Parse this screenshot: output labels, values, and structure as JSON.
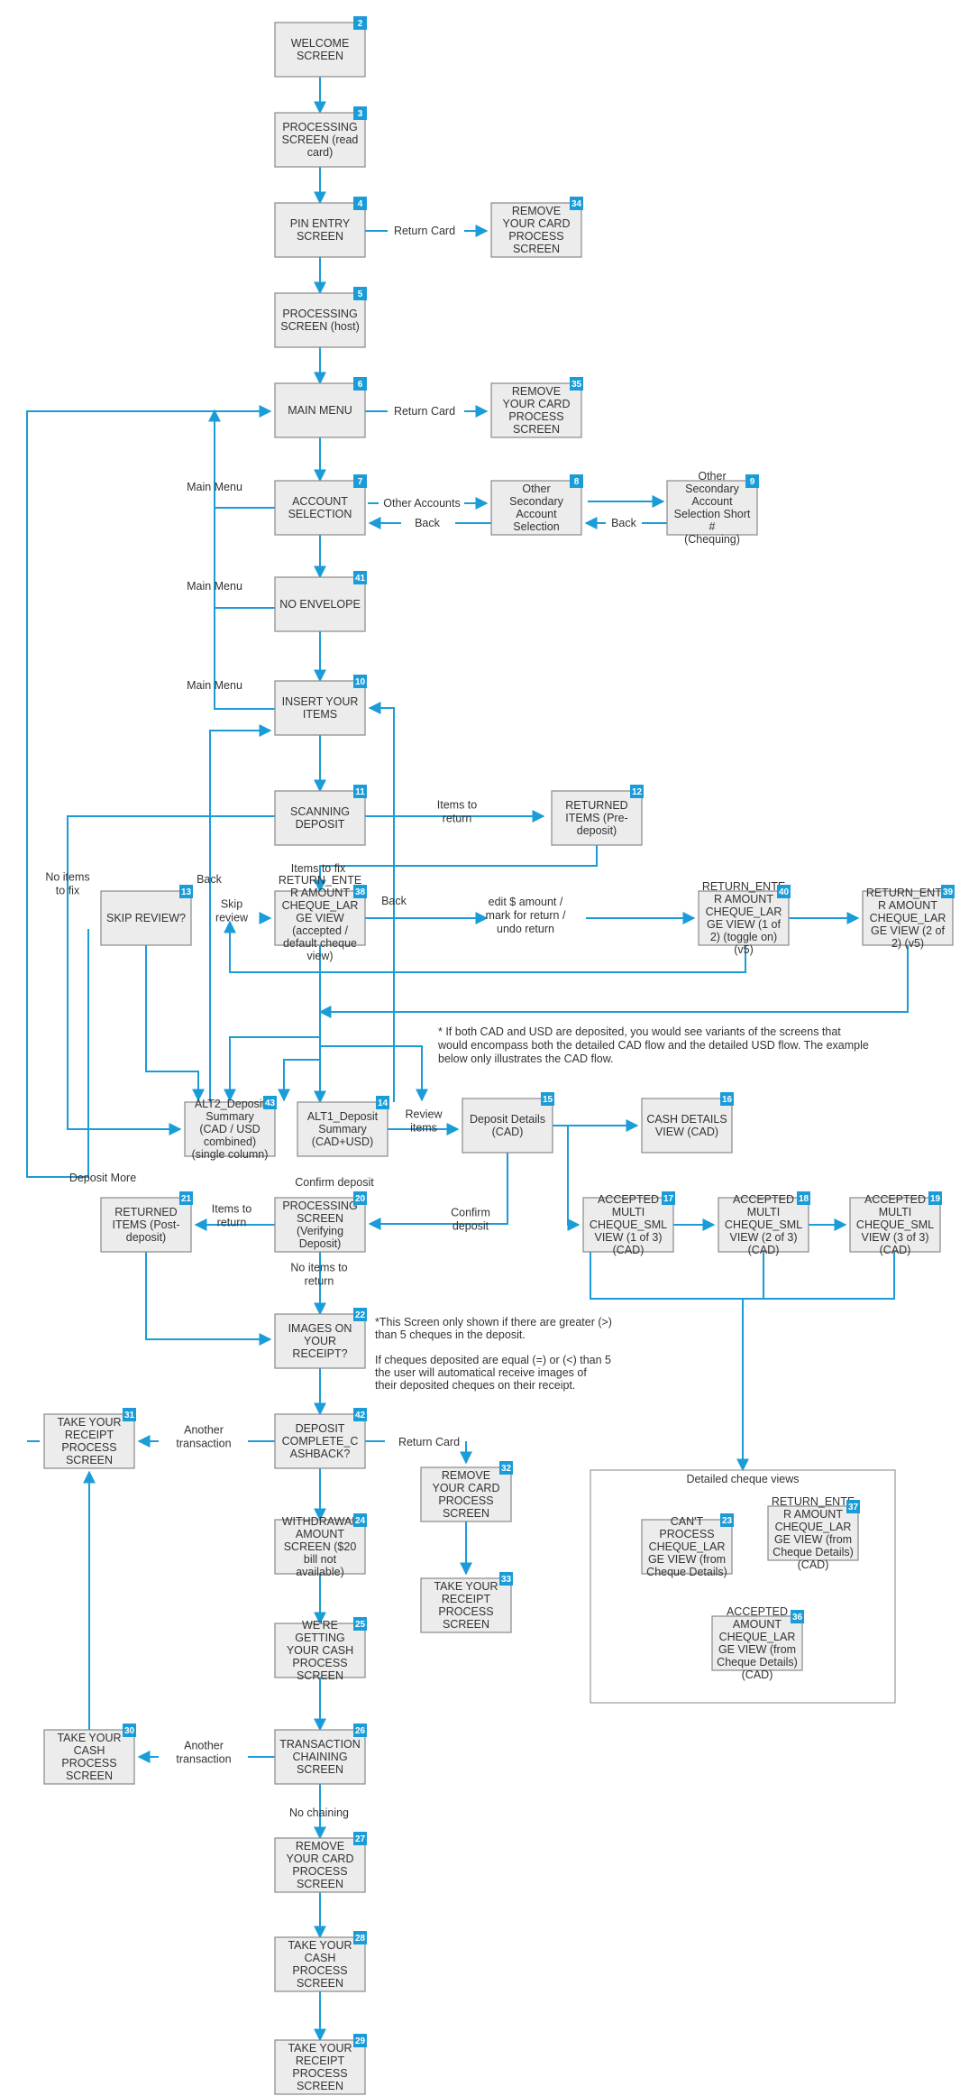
{
  "nodes": [
    {
      "id": "n2",
      "lines": [
        "WELCOME",
        "SCREEN"
      ],
      "badge": "2"
    },
    {
      "id": "n3",
      "lines": [
        "PROCESSING",
        "SCREEN (read",
        "card)"
      ],
      "badge": "3"
    },
    {
      "id": "n4",
      "lines": [
        "PIN ENTRY",
        "SCREEN"
      ],
      "badge": "4"
    },
    {
      "id": "n34",
      "lines": [
        "REMOVE",
        "YOUR CARD",
        "PROCESS",
        "SCREEN"
      ],
      "badge": "34"
    },
    {
      "id": "n5",
      "lines": [
        "PROCESSING",
        "SCREEN (host)"
      ],
      "badge": "5"
    },
    {
      "id": "n6",
      "lines": [
        "MAIN MENU"
      ],
      "badge": "6"
    },
    {
      "id": "n35",
      "lines": [
        "REMOVE",
        "YOUR CARD",
        "PROCESS",
        "SCREEN"
      ],
      "badge": "35"
    },
    {
      "id": "n7",
      "lines": [
        "ACCOUNT",
        "SELECTION"
      ],
      "badge": "7"
    },
    {
      "id": "n8",
      "lines": [
        "Other",
        "Secondary",
        "Account",
        "Selection"
      ],
      "badge": "8"
    },
    {
      "id": "n9",
      "lines": [
        "Other",
        "Secondary",
        "Account",
        "Selection Short",
        "#",
        "(Chequing)"
      ],
      "badge": "9"
    },
    {
      "id": "n41",
      "lines": [
        "NO ENVELOPE"
      ],
      "badge": "41"
    },
    {
      "id": "n10",
      "lines": [
        "INSERT YOUR",
        "ITEMS"
      ],
      "badge": "10"
    },
    {
      "id": "n11",
      "lines": [
        "SCANNING",
        "DEPOSIT"
      ],
      "badge": "11"
    },
    {
      "id": "n12",
      "lines": [
        "RETURNED",
        "ITEMS (Pre-",
        "deposit)"
      ],
      "badge": "12"
    },
    {
      "id": "n13",
      "lines": [
        "SKIP REVIEW?"
      ],
      "badge": "13"
    },
    {
      "id": "n38",
      "lines": [
        "RETURN_ENTE",
        "R AMOUNT",
        "CHEQUE_LAR",
        "GE VIEW",
        "(accepted /",
        "default cheque",
        "view)"
      ],
      "badge": "38"
    },
    {
      "id": "n40",
      "lines": [
        "RETURN_ENTE",
        "R AMOUNT",
        "CHEQUE_LAR",
        "GE VIEW (1 of",
        "2) (toggle on)",
        "(v5)"
      ],
      "badge": "40"
    },
    {
      "id": "n39",
      "lines": [
        "RETURN_ENTE",
        "R AMOUNT",
        "CHEQUE_LAR",
        "GE VIEW (2 of",
        "2) (v5)"
      ],
      "badge": "39"
    },
    {
      "id": "n43",
      "lines": [
        "ALT2_Deposit",
        "Summary",
        "(CAD / USD",
        "combined)",
        "(single column)"
      ],
      "badge": "43"
    },
    {
      "id": "n14",
      "lines": [
        "ALT1_Deposit",
        "Summary",
        "(CAD+USD)"
      ],
      "badge": "14"
    },
    {
      "id": "n15",
      "lines": [
        "Deposit Details",
        "(CAD)"
      ],
      "badge": "15"
    },
    {
      "id": "n16",
      "lines": [
        "CASH DETAILS",
        "VIEW (CAD)"
      ],
      "badge": "16"
    },
    {
      "id": "n21",
      "lines": [
        "RETURNED",
        "ITEMS (Post-",
        "deposit)"
      ],
      "badge": "21"
    },
    {
      "id": "n20",
      "lines": [
        "PROCESSING",
        "SCREEN",
        "(Verifying",
        "Deposit)"
      ],
      "badge": "20"
    },
    {
      "id": "n17",
      "lines": [
        "ACCEPTED",
        "MULTI",
        "CHEQUE_SML",
        "VIEW (1 of 3)",
        "(CAD)"
      ],
      "badge": "17"
    },
    {
      "id": "n18",
      "lines": [
        "ACCEPTED",
        "MULTI",
        "CHEQUE_SML",
        "VIEW (2 of 3)",
        "(CAD)"
      ],
      "badge": "18"
    },
    {
      "id": "n19",
      "lines": [
        "ACCEPTED",
        "MULTI",
        "CHEQUE_SML",
        "VIEW (3 of 3)",
        "(CAD)"
      ],
      "badge": "19"
    },
    {
      "id": "n22",
      "lines": [
        "IMAGES ON",
        "YOUR",
        "RECEIPT?"
      ],
      "badge": "22"
    },
    {
      "id": "n31",
      "lines": [
        "TAKE YOUR",
        "RECEIPT",
        "PROCESS",
        "SCREEN"
      ],
      "badge": "31"
    },
    {
      "id": "n42",
      "lines": [
        "DEPOSIT",
        "COMPLETE_C",
        "ASHBACK?"
      ],
      "badge": "42"
    },
    {
      "id": "n32",
      "lines": [
        "REMOVE",
        "YOUR CARD",
        "PROCESS",
        "SCREEN"
      ],
      "badge": "32"
    },
    {
      "id": "n24",
      "lines": [
        "WITHDRAWAL",
        "AMOUNT",
        "SCREEN ($20",
        "bill not",
        "available)"
      ],
      "badge": "24"
    },
    {
      "id": "n33",
      "lines": [
        "TAKE YOUR",
        "RECEIPT",
        "PROCESS",
        "SCREEN"
      ],
      "badge": "33"
    },
    {
      "id": "n23",
      "lines": [
        "CAN'T",
        "PROCESS",
        "CHEQUE_LAR",
        "GE VIEW (from",
        "Cheque Details)"
      ],
      "badge": "23"
    },
    {
      "id": "n37",
      "lines": [
        "RETURN_ENTE",
        "R AMOUNT",
        "CHEQUE_LAR",
        "GE VIEW (from",
        "Cheque Details)",
        "(CAD)"
      ],
      "badge": "37"
    },
    {
      "id": "n36",
      "lines": [
        "ACCEPTED",
        "AMOUNT",
        "CHEQUE_LAR",
        "GE VIEW (from",
        "Cheque Details)",
        "(CAD)"
      ],
      "badge": "36"
    },
    {
      "id": "n25",
      "lines": [
        "WE'RE",
        "GETTING",
        "YOUR CASH",
        "PROCESS",
        "SCREEN"
      ],
      "badge": "25"
    },
    {
      "id": "n30",
      "lines": [
        "TAKE YOUR",
        "CASH",
        "PROCESS",
        "SCREEN"
      ],
      "badge": "30"
    },
    {
      "id": "n26",
      "lines": [
        "TRANSACTION",
        "CHAINING",
        "SCREEN"
      ],
      "badge": "26"
    },
    {
      "id": "n27",
      "lines": [
        "REMOVE",
        "YOUR CARD",
        "PROCESS",
        "SCREEN"
      ],
      "badge": "27"
    },
    {
      "id": "n28",
      "lines": [
        "TAKE YOUR",
        "CASH",
        "PROCESS",
        "SCREEN"
      ],
      "badge": "28"
    },
    {
      "id": "n29",
      "lines": [
        "TAKE YOUR",
        "RECEIPT",
        "PROCESS",
        "SCREEN"
      ],
      "badge": "29"
    }
  ],
  "edge_labels": [
    {
      "id": "l1",
      "lines": [
        "Return Card"
      ]
    },
    {
      "id": "l2",
      "lines": [
        "Return Card"
      ]
    },
    {
      "id": "l3",
      "lines": [
        "Other Accounts"
      ]
    },
    {
      "id": "l4",
      "lines": [
        "Back"
      ]
    },
    {
      "id": "l5",
      "lines": [
        "Back"
      ]
    },
    {
      "id": "l6",
      "lines": [
        "Main Menu"
      ]
    },
    {
      "id": "l7",
      "lines": [
        "Main Menu"
      ]
    },
    {
      "id": "l8",
      "lines": [
        "Main Menu"
      ]
    },
    {
      "id": "l9",
      "lines": [
        "Items to",
        "return"
      ]
    },
    {
      "id": "l10",
      "lines": [
        "Items to fix"
      ]
    },
    {
      "id": "l11",
      "lines": [
        "Back"
      ]
    },
    {
      "id": "l12",
      "lines": [
        "Back"
      ]
    },
    {
      "id": "l13",
      "lines": [
        "No items",
        "to fix"
      ]
    },
    {
      "id": "l14",
      "lines": [
        "Skip",
        "review"
      ]
    },
    {
      "id": "l15",
      "lines": [
        "edit $ amount /",
        "mark for return /",
        "undo return"
      ]
    },
    {
      "id": "l16",
      "lines": [
        "Review",
        "items"
      ]
    },
    {
      "id": "l17",
      "lines": [
        "Deposit More"
      ]
    },
    {
      "id": "l18",
      "lines": [
        "Confirm deposit"
      ]
    },
    {
      "id": "l19",
      "lines": [
        "Confirm",
        "deposit"
      ]
    },
    {
      "id": "l20",
      "lines": [
        "Items to",
        "return"
      ]
    },
    {
      "id": "l21",
      "lines": [
        "No items to",
        "return"
      ]
    },
    {
      "id": "l22",
      "lines": [
        "Another",
        "transaction"
      ]
    },
    {
      "id": "l23",
      "lines": [
        "Return Card"
      ]
    },
    {
      "id": "l24",
      "lines": [
        "Another",
        "transaction"
      ]
    },
    {
      "id": "l25",
      "lines": [
        "No chaining"
      ]
    }
  ],
  "notes": {
    "usd_note": [
      "* If both CAD and USD are deposited, you would see variants of the screens that",
      "would encompass both the detailed CAD flow and the detailed USD flow. The example",
      "below only illustrates the CAD flow."
    ],
    "receipt_note": [
      "*This Screen only shown if there are greater (>)",
      "than 5 cheques in the deposit.",
      "",
      "If cheques deposited are equal (=) or (<) than 5",
      "the user will automatical receive images of",
      "their deposited cheques on their receipt."
    ],
    "group_title": "Detailed cheque views"
  },
  "colors": {
    "accent": "#1a9cd8",
    "node_fill": "#ececec",
    "node_border": "#888888"
  }
}
